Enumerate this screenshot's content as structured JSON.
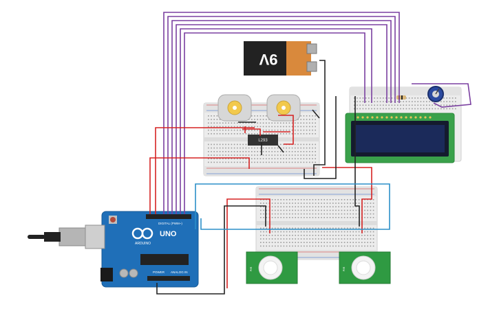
{
  "battery": {
    "label": "9V"
  },
  "motor_driver": {
    "label": "L293"
  },
  "arduino": {
    "model": "UNO",
    "brand": "ARDUINO",
    "digital_header": "DIGITAL (PWM~)",
    "power_header": "POWER",
    "analog_header": "ANALOG IN"
  },
  "pir_sensors": [
    {
      "label": "PIR"
    },
    {
      "label": "PIR"
    }
  ],
  "colors": {
    "wire_purple": "#7a3fa0",
    "wire_red": "#d62222",
    "wire_black": "#222222",
    "wire_blue": "#2b8fc8",
    "arduino_board": "#1f6fb8",
    "pir_board": "#2f9a42",
    "lcd_pcb": "#3aa14b",
    "lcd_screen": "#1b2a5a",
    "battery_body": "#222222",
    "battery_cap": "#d9893c",
    "motor_body": "#d7d7d7",
    "motor_hub": "#f2c94c",
    "breadboard": "#ececec"
  }
}
